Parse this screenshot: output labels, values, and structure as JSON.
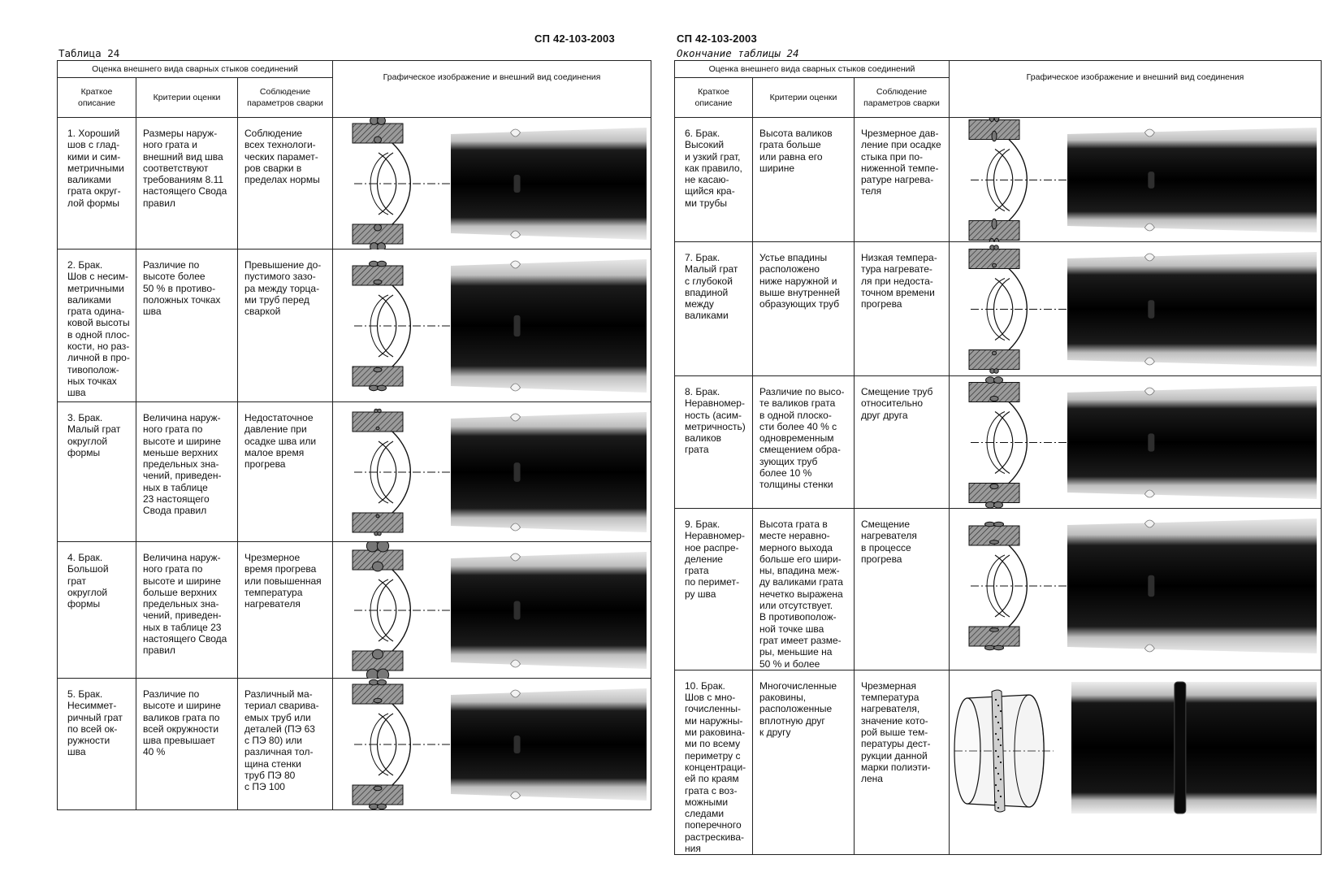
{
  "left": {
    "doc_number": "СП 42-103-2003",
    "caption": "Таблица 24",
    "header": {
      "group": "Оценка внешнего вида сварных стыков соединений",
      "col_desc": "Краткое\nописание",
      "col_criteria": "Критерии оценки",
      "col_params": "Соблюдение\nпараметров сварки",
      "col_graphic": "Графическое изображение и внешний вид соединения"
    },
    "rows": [
      {
        "desc": "1. Хороший\nшов с глад-\nкими и сим-\nметричными\nваликами\nграта округ-\nлой формы",
        "criteria": "Размеры наруж-\nного грата и\nвнешний вид шва\nсоответствуют\nтребованиям 8.11\nнастоящего Свода\nправил",
        "params": "Соблюдение\nвсех технологи-\nческих парамет-\nров сварки в\nпределах нормы"
      },
      {
        "desc": "2. Брак.\nШов с несим-\nметричными\nваликами\nграта одина-\nковой высоты\nв одной плос-\nкости, но раз-\nличной в про-\nтивополож-\nных   точках\nшва",
        "criteria": "Различие по\nвысоте более\n50 % в противо-\nположных точках\nшва",
        "params": "Превышение до-\nпустимого зазо-\nра между торца-\nми труб перед\nсваркой"
      },
      {
        "desc": "3. Брак.\nМалый грат\nокруглой\nформы",
        "criteria": "Величина наруж-\nного грата по\nвысоте и ширине\nменьше верхних\nпредельных зна-\nчений, приведен-\nных в таблице\n23 настоящего\nСвода правил",
        "params": "Недостаточное\nдавление при\nосадке шва или\nмалое время\nпрогрева"
      },
      {
        "desc": "4. Брак.\nБольшой\nграт\nокруглой\nформы",
        "criteria": "Величина наруж-\nного грата по\nвысоте и ширине\nбольше верхних\nпредельных зна-\nчений, приведен-\nных в таблице 23\nнастоящего Свода\nправил",
        "params": "Чрезмерное\nвремя прогрева\nили повышенная\nтемпература\nнагревателя"
      },
      {
        "desc": "5. Брак.\nНесиммет-\nричный грат\nпо всей ок-\nружности\nшва",
        "criteria": "Различие по\nвысоте и ширине\nваликов грата по\nвсей окружности\nшва превышает\n40 %",
        "params": "Различный ма-\nтериал сварива-\nемых труб или\nдеталей (ПЭ 63\nс ПЭ 80) или\nразличная тол-\nщина стенки\nтруб ПЭ 80\nс ПЭ 100"
      }
    ]
  },
  "right": {
    "doc_number": "СП 42-103-2003",
    "caption": "Окончание таблицы 24",
    "header": {
      "group": "Оценка внешнего вида сварных стыков соединений",
      "col_desc": "Краткое\nописание",
      "col_criteria": "Критерии оценки",
      "col_params": "Соблюдение\nпараметров сварки",
      "col_graphic": "Графическое изображение и внешний вид соединения"
    },
    "rows": [
      {
        "desc": "6. Брак.\nВысокий\nи узкий грат,\nкак правило,\nне касаю-\nщийся кра-\nми трубы",
        "criteria": "Высота валиков\nграта больше\nили равна его\nширине",
        "params": "Чрезмерное дав-\nление при осадке\nстыка при по-\nниженной темпе-\nратуре нагрева-\nтеля"
      },
      {
        "desc": "7. Брак.\nМалый грат\nс глубокой\nвпадиной\nмежду\nваликами",
        "criteria": "Устье впадины\nрасположено\nниже наружной и\nвыше внутренней\nобразующих труб",
        "params": "Низкая темпера-\nтура нагревате-\nля при недоста-\nточном времени\nпрогрева"
      },
      {
        "desc": "8. Брак.\nНеравномер-\nность (асим-\nметричность)\nваликов\nграта",
        "criteria": "Различие по высо-\nте валиков грата\nв  одной  плоско-\nсти  более 40 % с\nодновременным\nсмещением обра-\nзующих труб\nболее 10 %\nтолщины стенки",
        "params": "Смещение труб\nотносительно\nдруг друга"
      },
      {
        "desc": "9. Брак.\nНеравномер-\nное распре-\nделение\nграта\nпо перимет-\nру шва",
        "criteria": "Высота грата в\nместе неравно-\nмерного выхода\nбольше его шири-\nны, впадина меж-\nду валиками грата\nнечетко выражена\nили отсутствует.\nВ противополож-\nной точке шва\nграт имеет разме-\nры, меньшие на\n50 % и более",
        "params": "Смещение\nнагревателя\nв процессе\nпрогрева"
      },
      {
        "desc": "10. Брак.\nШов с мно-\nгочисленны-\nми наружны-\nми раковина-\nми по всему\nпериметру с\nконцентраци-\nей по краям\nграта с воз-\nможными\nследами\nпоперечного\nрастрескива-\nния",
        "criteria": "Многочисленные\nраковины,\nрасположенные\nвплотную друг\nк другу",
        "params": "Чрезмерная\nтемпература\nнагревателя,\nзначение кото-\nрой выше тем-\nпературы дест-\nрукции данной\nмарки полиэти-\nлена"
      }
    ]
  }
}
